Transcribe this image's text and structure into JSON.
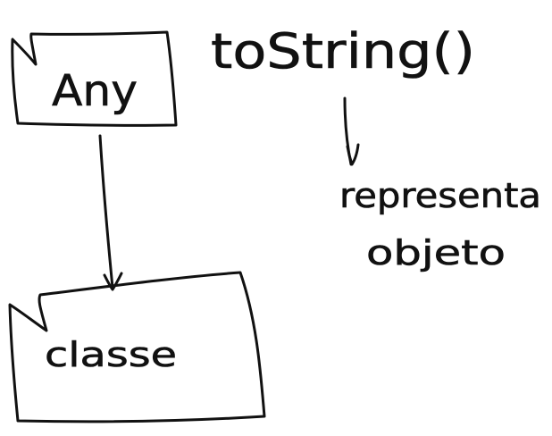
{
  "nodes": {
    "any": {
      "label": "Any"
    },
    "classe": {
      "label": "classe"
    }
  },
  "annotation": {
    "method": "toString()",
    "description_line1": "representa",
    "description_line2": "objeto"
  },
  "colors": {
    "ink": "#111111",
    "background": "#ffffff"
  }
}
